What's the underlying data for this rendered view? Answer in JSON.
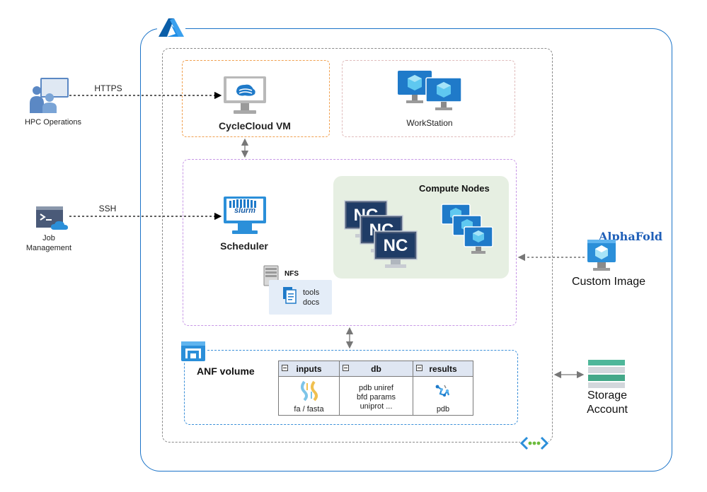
{
  "connections": {
    "https_label": "HTTPS",
    "ssh_label": "SSH"
  },
  "external": {
    "hpc_operations": "HPC Operations",
    "job_management_line1": "Job",
    "job_management_line2": "Management",
    "custom_image": "Custom Image",
    "alphafold_logo": "AlphaFold",
    "storage_line1": "Storage",
    "storage_line2": "Account"
  },
  "nodes": {
    "cyclecloud": "CycleCloud VM",
    "workstation": "WorkStation",
    "scheduler": "Scheduler",
    "slurm_logo": "slurm",
    "compute_nodes": "Compute Nodes",
    "nc_badge": "NC",
    "nfs_label": "NFS",
    "nfs_tools": "tools",
    "nfs_docs": "docs"
  },
  "anf": {
    "title": "ANF volume",
    "columns": [
      {
        "header": "inputs",
        "lines": [
          "fa / fasta"
        ]
      },
      {
        "header": "db",
        "lines": [
          "pdb uniref",
          "bfd  params",
          "uniprot ..."
        ]
      },
      {
        "header": "results",
        "lines": [
          "pdb"
        ]
      }
    ]
  },
  "colors": {
    "azure_frame": "#1a73c8",
    "vnet_frame": "#8a8a8a",
    "cyclecloud_frame": "#f0a050",
    "workstation_frame": "#e0bcbc",
    "cluster_frame": "#c797e6",
    "compute_bg": "#e6efe2",
    "anf_frame": "#3a8fd8",
    "nfs_bg": "#e4edf8"
  }
}
